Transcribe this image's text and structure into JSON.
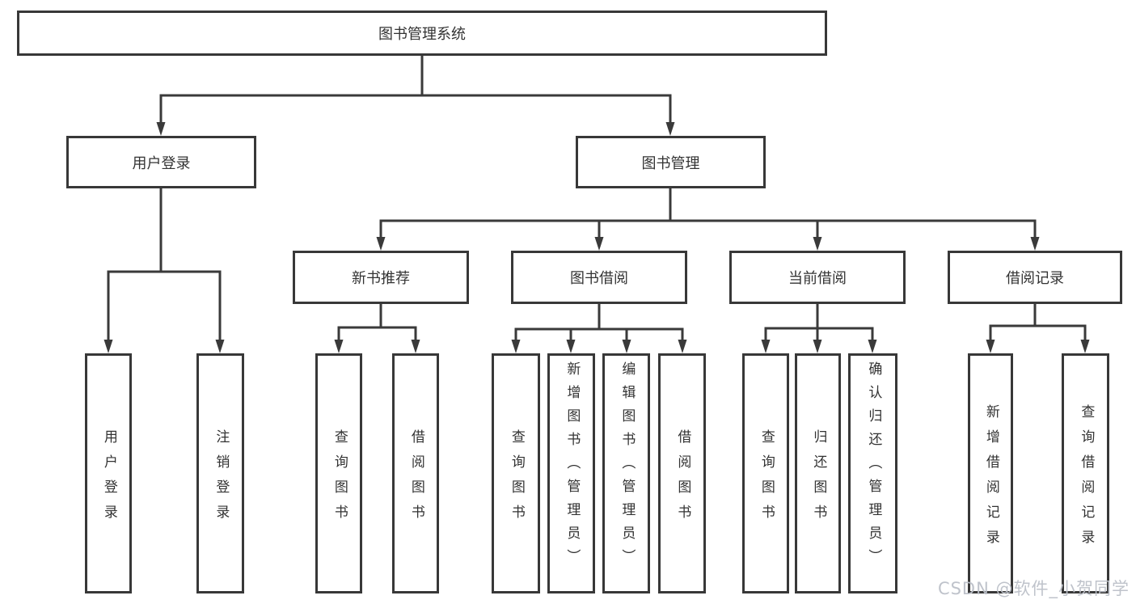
{
  "diagram": {
    "colors": {
      "line": "#3a3a3a",
      "box_border": "#383838",
      "text": "#333333",
      "box_background": "#ffffff",
      "watermark": "#bcc0c8"
    },
    "root": {
      "label": "图书管理系统"
    },
    "level2": {
      "user_login": {
        "label": "用户登录"
      },
      "book_mgmt": {
        "label": "图书管理"
      }
    },
    "level3": {
      "new_book_rec": {
        "label": "新书推荐"
      },
      "book_borrow": {
        "label": "图书借阅"
      },
      "current_borrow": {
        "label": "当前借阅"
      },
      "borrow_records": {
        "label": "借阅记录"
      }
    },
    "leaves": {
      "leaf_login": {
        "label": "用户登录"
      },
      "leaf_logout": {
        "label": "注销登录"
      },
      "rec_query": {
        "label": "查询图书"
      },
      "rec_borrow": {
        "label": "借阅图书"
      },
      "bb_query": {
        "label": "查询图书"
      },
      "bb_add": {
        "label": "新增图书（管理员）"
      },
      "bb_edit": {
        "label": "编辑图书（管理员）"
      },
      "bb_borrow": {
        "label": "借阅图书"
      },
      "cb_query": {
        "label": "查询图书"
      },
      "cb_return": {
        "label": "归还图书"
      },
      "cb_confirm": {
        "label": "确认归还（管理员）"
      },
      "br_add": {
        "label": "新增借阅记录"
      },
      "br_query": {
        "label": "查询借阅记录"
      }
    },
    "watermark": "CSDN @软件_小贺同学"
  }
}
